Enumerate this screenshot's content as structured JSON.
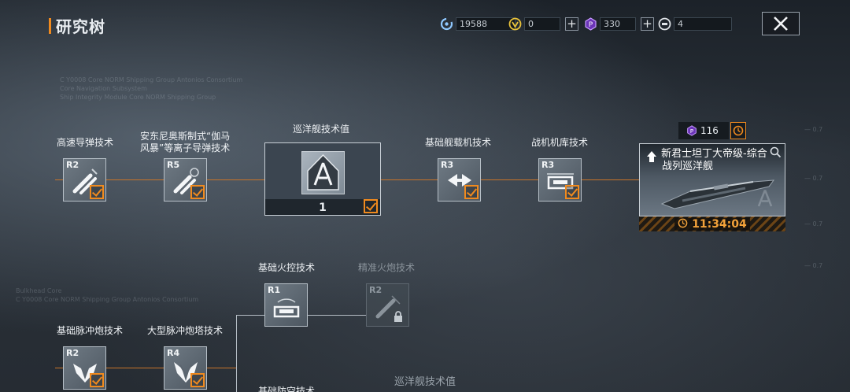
{
  "header": {
    "title": "研究树",
    "resources": [
      {
        "icon": "cycle-icon",
        "value": "19588"
      },
      {
        "icon": "gold-coin-icon",
        "value": "0"
      },
      {
        "icon": "purple-gem-icon",
        "value": "330"
      },
      {
        "icon": "token-icon",
        "value": "4"
      }
    ],
    "close_label": "×"
  },
  "tree": {
    "row1": [
      {
        "label": "高速导弹技术",
        "tier": "R2",
        "icon": "missile-icon"
      },
      {
        "label_line1": "安东尼奥斯制式“伽马",
        "label_line2": "风暴”等离子导弹技术",
        "tier": "R5",
        "icon": "plasma-missile-icon"
      },
      {
        "label": "巡洋舰技术值",
        "count": "1",
        "icon": "cruiser-emblem-icon"
      },
      {
        "label": "基础舰载机技术",
        "tier": "R3",
        "icon": "carrier-aircraft-icon"
      },
      {
        "label": "战机机库技术",
        "tier": "R3",
        "icon": "hangar-icon"
      }
    ],
    "row2": [
      {
        "label": "基础火控技术",
        "tier": "R1",
        "icon": "fire-control-icon"
      },
      {
        "label": "精准火炮技术",
        "tier": "R2",
        "icon": "precision-cannon-icon",
        "locked": true
      }
    ],
    "row3": [
      {
        "label": "基础脉冲炮技术",
        "tier": "R2",
        "icon": "pulse-cannon-icon"
      },
      {
        "label": "大型脉冲炮塔技术",
        "tier": "R4",
        "icon": "pulse-turret-icon"
      }
    ],
    "partial_label": "基础防空技术",
    "bottom_label": "巡洋舰技术值"
  },
  "ship": {
    "cost": "116",
    "name_line1": "新君士坦丁大帝级-综合",
    "name_line2": "战列巡洋舰",
    "timer": "11:34:04"
  },
  "colors": {
    "accent": "#f08a1e",
    "line": "#c8742a",
    "gem": "#b36bff"
  }
}
